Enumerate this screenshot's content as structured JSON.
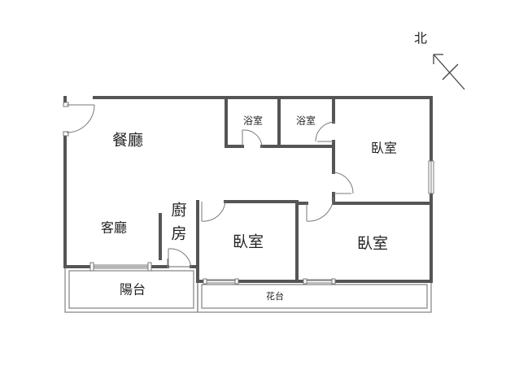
{
  "compass": {
    "label": "北"
  },
  "rooms": {
    "dining": "餐廳",
    "living": "客廳",
    "kitchen_line1": "廚",
    "kitchen_line2": "房",
    "bath_left": "浴室",
    "bath_right": "浴室",
    "bedroom_ne": "臥室",
    "bedroom_mid": "臥室",
    "bedroom_se": "臥室",
    "balcony": "陽台",
    "planter": "花台"
  },
  "colors": {
    "wall": "#555555",
    "outline": "#8a8a8a",
    "background": "#ffffff"
  }
}
